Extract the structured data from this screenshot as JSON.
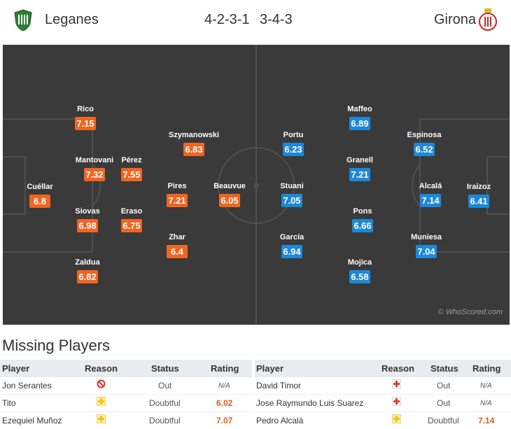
{
  "match": {
    "home": {
      "name": "Leganes",
      "formation": "4-2-3-1"
    },
    "away": {
      "name": "Girona",
      "formation": "3-4-3"
    }
  },
  "colors": {
    "home_rating": "#f06522",
    "away_rating": "#1d88d7",
    "pitch": "#3a3a3a",
    "lines": "#4d4d4d"
  },
  "watermark": "© WhoScored.com",
  "home_players": [
    {
      "name": "Cuéllar",
      "rating": "6.8"
    },
    {
      "name": "Rico",
      "rating": "7.15"
    },
    {
      "name": "Mantovani",
      "rating": "7.32"
    },
    {
      "name": "Siovas",
      "rating": "6.98"
    },
    {
      "name": "Zaldua",
      "rating": "6.82"
    },
    {
      "name": "Pérez",
      "rating": "7.55"
    },
    {
      "name": "Eraso",
      "rating": "6.75"
    },
    {
      "name": "Szymanowski",
      "rating": "6.83"
    },
    {
      "name": "Pires",
      "rating": "7.21"
    },
    {
      "name": "Zhar",
      "rating": "6.4"
    },
    {
      "name": "Beauvue",
      "rating": "6.05"
    }
  ],
  "away_players": [
    {
      "name": "Iraizoz",
      "rating": "6.41"
    },
    {
      "name": "Espinosa",
      "rating": "6.52"
    },
    {
      "name": "Alcalá",
      "rating": "7.14"
    },
    {
      "name": "Muniesa",
      "rating": "7.04"
    },
    {
      "name": "Maffeo",
      "rating": "6.89"
    },
    {
      "name": "Granell",
      "rating": "7.21"
    },
    {
      "name": "Pons",
      "rating": "6.66"
    },
    {
      "name": "Mojica",
      "rating": "6.58"
    },
    {
      "name": "Portu",
      "rating": "6.23"
    },
    {
      "name": "Stuani",
      "rating": "7.05"
    },
    {
      "name": "García",
      "rating": "6.94"
    }
  ],
  "missing": {
    "title": "Missing Players",
    "columns": {
      "player": "Player",
      "reason": "Reason",
      "status": "Status",
      "rating": "Rating"
    },
    "home": [
      {
        "player": "Jon Serantes",
        "reason_icon": "suspension-icon",
        "status": "Out",
        "rating": "N/A"
      },
      {
        "player": "Tito",
        "reason_icon": "doubtful-icon",
        "status": "Doubtful",
        "rating": "6.02"
      },
      {
        "player": "Ezequiel Muñoz",
        "reason_icon": "doubtful-icon",
        "status": "Doubtful",
        "rating": "7.07"
      }
    ],
    "away": [
      {
        "player": "David Timor",
        "reason_icon": "injury-icon",
        "status": "Out",
        "rating": "N/A"
      },
      {
        "player": "Jose Raymundo Luis Suarez",
        "reason_icon": "injury-icon",
        "status": "Out",
        "rating": "N/A"
      },
      {
        "player": "Pedro Alcalá",
        "reason_icon": "doubtful-icon",
        "status": "Doubtful",
        "rating": "7.14"
      }
    ]
  }
}
